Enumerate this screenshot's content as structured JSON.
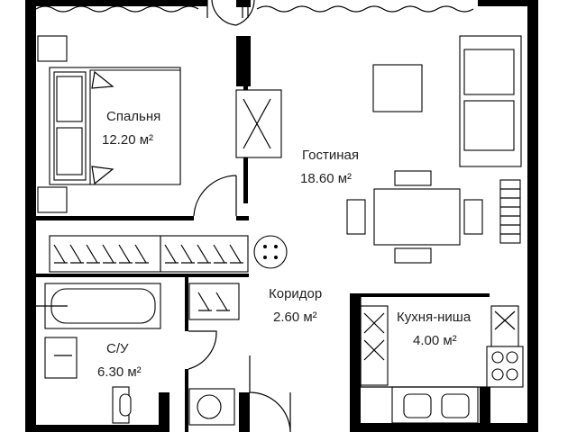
{
  "rooms": [
    {
      "name": "Спальня",
      "area": "12.20 м²"
    },
    {
      "name": "Гостиная",
      "area": "18.60 м²"
    },
    {
      "name": "Коридор",
      "area": "2.60 м²"
    },
    {
      "name": "С/У",
      "area": "6.30 м²"
    },
    {
      "name": "Кухня-ниша",
      "area": "4.00 м²"
    }
  ],
  "colors": {
    "wall": "#000000",
    "background": "#ffffff"
  }
}
